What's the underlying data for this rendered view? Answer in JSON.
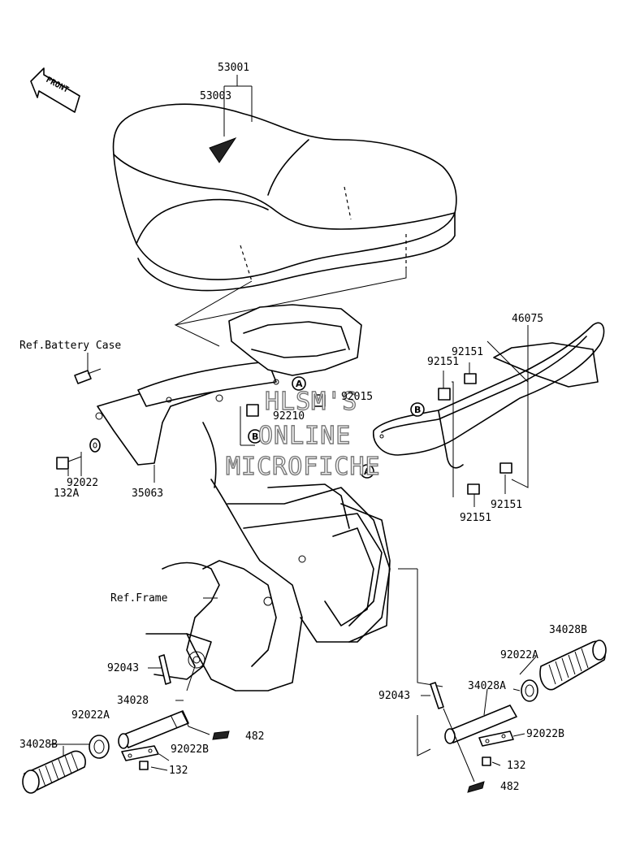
{
  "front_label": "FRONT",
  "labels": {
    "p53001": "53001",
    "p53003": "53003",
    "ref_battery": "Ref.Battery Case",
    "p46075": "46075",
    "p92151_a": "92151",
    "p92151_b": "92151",
    "p92015": "92015",
    "p92210": "92210",
    "p92022": "92022",
    "p132a": "132A",
    "p35063": "35063",
    "p92151_c": "92151",
    "p92151_d": "92151",
    "ref_frame": "Ref.Frame",
    "p34028b_r": "34028B",
    "p92022a_r": "92022A",
    "p34028a": "34028A",
    "p92043_l": "92043",
    "p92043_r": "92043",
    "p34028": "34028",
    "p92022a_l": "92022A",
    "p482_l": "482",
    "p34028b_l": "34028B",
    "p92022b_l": "92022B",
    "p132_l": "132",
    "p92022b_r": "92022B",
    "p132_r": "132",
    "p482_r": "482"
  },
  "markers": {
    "a1": "A",
    "b1": "B",
    "b2": "B",
    "a2": "A"
  },
  "watermark": {
    "line1": "HLSM'S",
    "line2": "ONLINE",
    "line3": "MICROFICHE"
  }
}
